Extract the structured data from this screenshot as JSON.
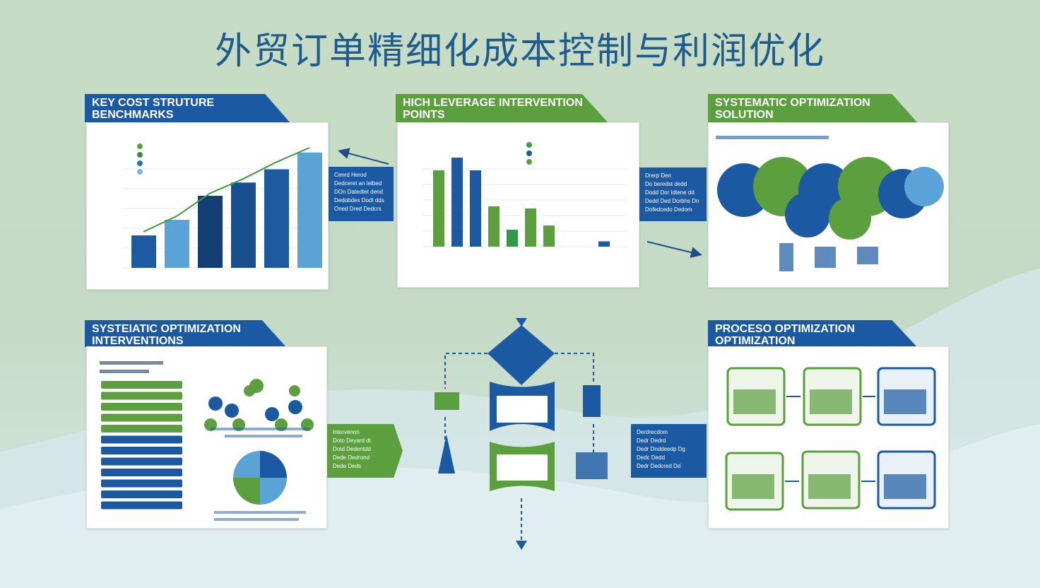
{
  "title": "外贸订单精细化成本控制与利润优化",
  "panels": {
    "p1": {
      "header": "KEY COST STRUTURE BENCHMARKS",
      "callout_lines": [
        "Cenrd Herod",
        "Dedceret an lelbed",
        "DOn Datedtet dend",
        "Dedobdes Dodt dds",
        "Oned Dred Dedcrs"
      ]
    },
    "p2": {
      "header": "HICH LEVERAGE INTERVENTION POINTS",
      "callout_lines": [
        "Drerp Den",
        "Do beredst dedd",
        "Dodd Dor Idtene dd",
        "Dedd Ded Dorbhs Dn",
        "Dofedcedo Dedom"
      ]
    },
    "p3": {
      "header": "SYSTEMATIC OPTIMIZATION SOLUTION"
    },
    "p4": {
      "header": "SYSTEIATIC OPTIMIZATION INTERVENTIONS",
      "callout_lines": [
        "Intervenon",
        "Doto Deyard dt",
        "Dotd Dedentdd",
        "Dede Dedrond",
        "Dede Deds"
      ]
    },
    "p5": {
      "header": "PROCESO OPTIMIZATION OPTIMIZATION",
      "callout_lines": [
        "Derdrecdom",
        "Dedr Dedrd",
        "Dedr Dnddeedp Dg",
        "Dedc Dedd",
        "Dedr Dedcred Dd"
      ]
    }
  },
  "chart_data": [
    {
      "type": "bar",
      "values": [
        0.27,
        0.4,
        0.6,
        0.71,
        0.82,
        0.96
      ],
      "colors": [
        "#1d5aa0",
        "#5aa3d6",
        "#143f74",
        "#17508c",
        "#1d5aa0",
        "#5aa3d6"
      ],
      "line_values": [
        0.3,
        0.43,
        0.62,
        0.74,
        0.88,
        1.0
      ],
      "line_color": "#3d9a3e"
    },
    {
      "type": "bar",
      "values": [
        0.72,
        0.84,
        0.72,
        0.38,
        0.16,
        0.36,
        0.2,
        0,
        0,
        0.05
      ],
      "colors": [
        "#5b9f3f",
        "#1b5aa2",
        "#1b5aa2",
        "#5b9f3f",
        "#2e9a4a",
        "#5b9f3f",
        "#5b9f3f",
        "#5b9f3f",
        "#5b9f3f",
        "#1b5aa2"
      ]
    }
  ],
  "colors": {
    "blue": "#1b5aa2",
    "green": "#5b9f3f",
    "title": "#1f5b8c"
  }
}
